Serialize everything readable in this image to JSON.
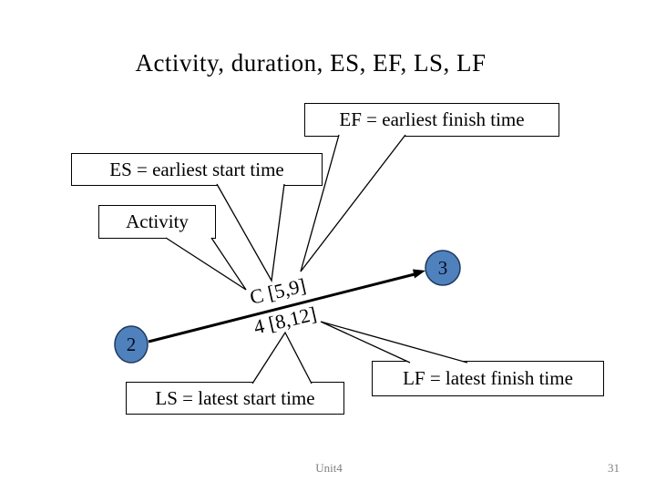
{
  "slide": {
    "title": "Activity, duration, ES, EF, LS, LF",
    "footer": {
      "left": "Unit4",
      "page": "31"
    }
  },
  "callouts": {
    "ef": "EF = earliest finish time",
    "es": "ES = earliest start time",
    "activity": "Activity",
    "ls": "LS = latest start time",
    "lf": "LF = latest finish time"
  },
  "network": {
    "node_start": "2",
    "node_end": "3",
    "edge_label_top": "C [5,9]",
    "edge_label_bottom": "4 [8,12]"
  },
  "colors": {
    "node_fill": "#4f81bd",
    "node_stroke": "#1f3a5f",
    "line": "#000000",
    "footer_text": "#808080",
    "background": "#ffffff"
  }
}
